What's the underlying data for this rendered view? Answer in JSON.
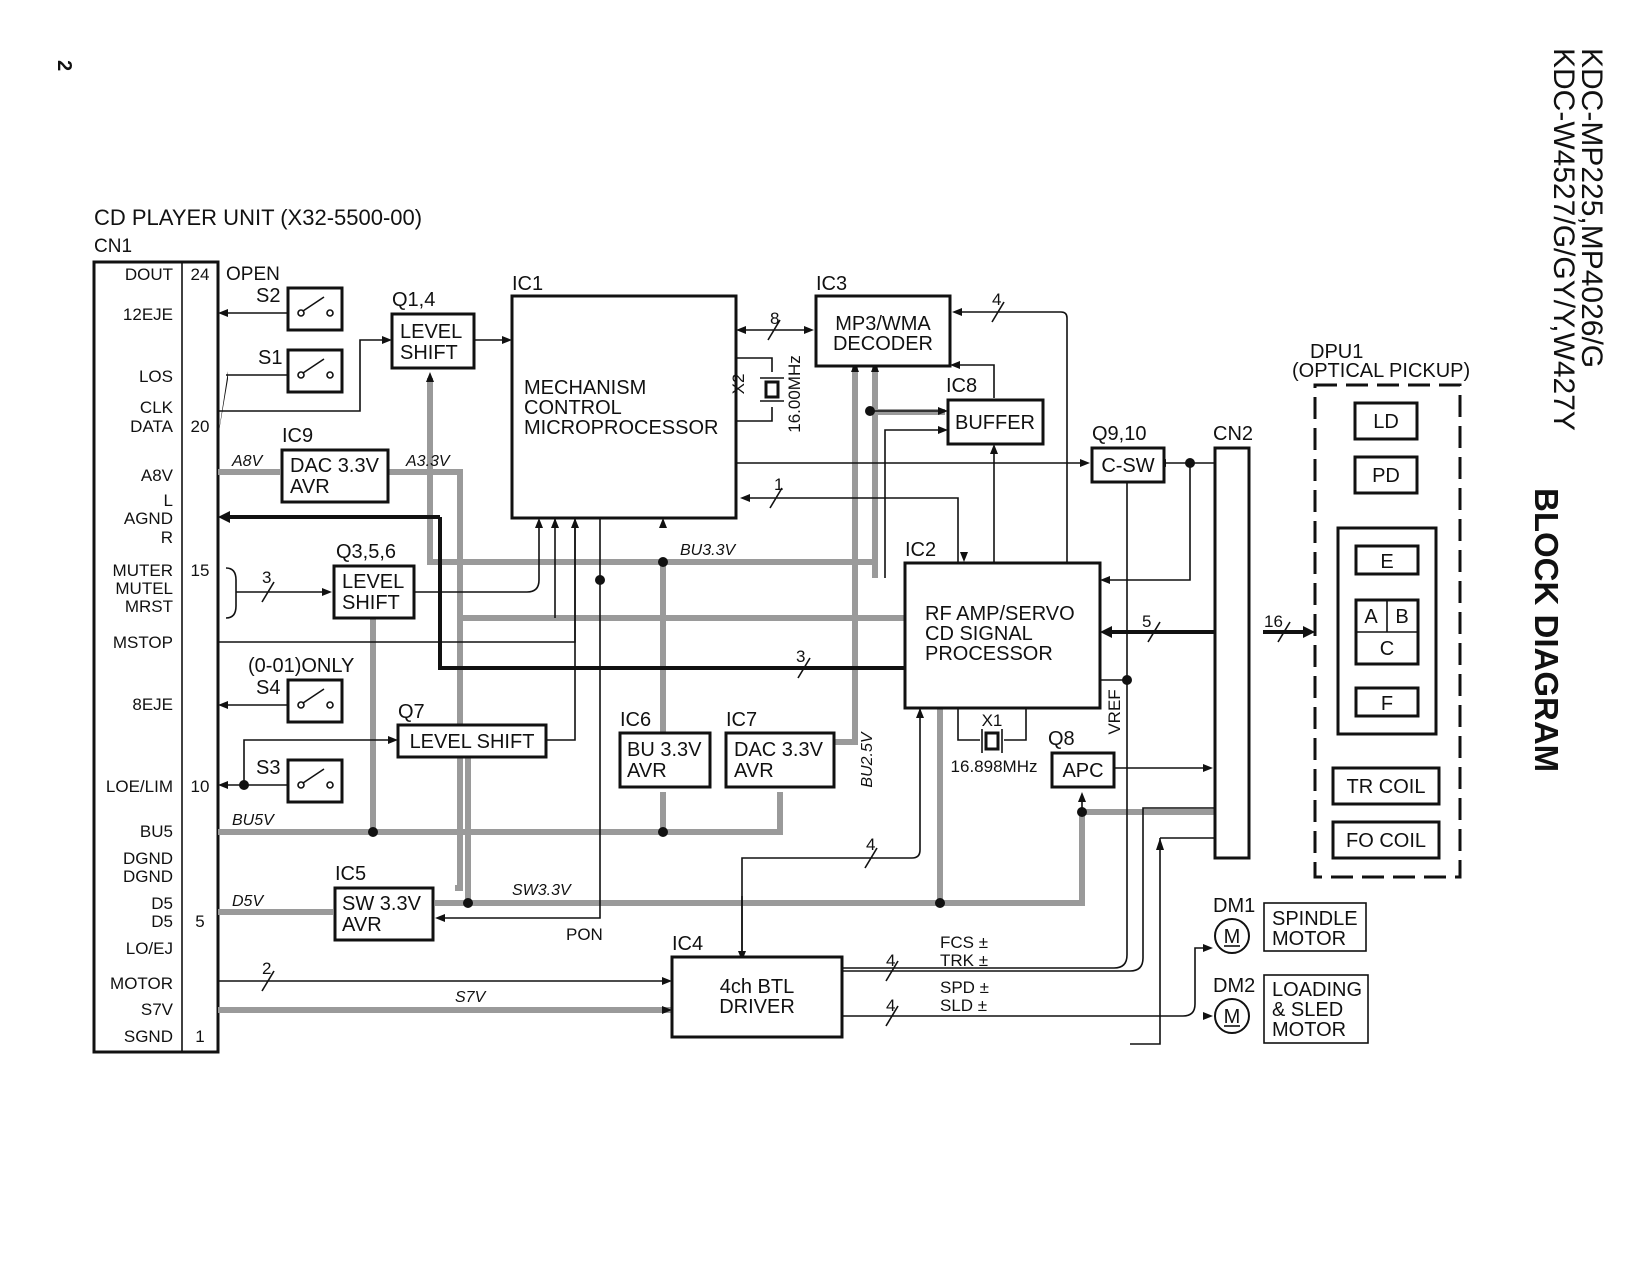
{
  "page": {
    "page_number": "2",
    "models_line1": "KDC-MP225,MP4026/G",
    "models_line2": "KDC-W4527/G/GY/Y,W427Y",
    "title": "BLOCK DIAGRAM"
  },
  "unit": {
    "title": "CD PLAYER UNIT (X32-5500-00)",
    "cn1_label": "CN1",
    "cn2_label": "CN2"
  },
  "cn1_pins": [
    "DOUT",
    "12EJE",
    "LOS",
    "CLK",
    "DATA",
    "A8V",
    "L",
    "AGND",
    "R",
    "MUTER",
    "MUTEL",
    "MRST",
    "MSTOP",
    "8EJE",
    "LOE/LIM",
    "BU5",
    "DGND",
    "DGND",
    "D5",
    "D5",
    "LO/EJ",
    "MOTOR",
    "S7V",
    "SGND"
  ],
  "cn1_numbers": [
    "24",
    "20",
    "15",
    "10",
    "5",
    "1"
  ],
  "switches": {
    "open_label": "OPEN",
    "s2": "S2",
    "s1": "S1",
    "s4_note": "(0-01)ONLY",
    "s4": "S4",
    "s3": "S3"
  },
  "blocks": {
    "q14_ref": "Q1,4",
    "q14_l1": "LEVEL",
    "q14_l2": "SHIFT",
    "ic1_ref": "IC1",
    "ic1_l1": "MECHANISM",
    "ic1_l2": "CONTROL",
    "ic1_l3": "MICROPROCESSOR",
    "ic3_ref": "IC3",
    "ic3_l1": "MP3/WMA",
    "ic3_l2": "DECODER",
    "ic8_ref": "IC8",
    "ic8_l1": "BUFFER",
    "ic9_ref": "IC9",
    "ic9_l1": "DAC 3.3V",
    "ic9_l2": "AVR",
    "q356_ref": "Q3,5,6",
    "q356_l1": "LEVEL",
    "q356_l2": "SHIFT",
    "q7_ref": "Q7",
    "q7_l1": "LEVEL SHIFT",
    "ic6_ref": "IC6",
    "ic6_l1": "BU 3.3V",
    "ic6_l2": "AVR",
    "ic7_ref": "IC7",
    "ic7_l1": "DAC 3.3V",
    "ic7_l2": "AVR",
    "ic2_ref": "IC2",
    "ic2_l1": "RF AMP/SERVO",
    "ic2_l2": "CD SIGNAL",
    "ic2_l3": "PROCESSOR",
    "q910_ref": "Q9,10",
    "q910_l1": "C-SW",
    "q8_ref": "Q8",
    "q8_l1": "APC",
    "ic5_ref": "IC5",
    "ic5_l1": "SW 3.3V",
    "ic5_l2": "AVR",
    "ic4_ref": "IC4",
    "ic4_l1": "4ch BTL",
    "ic4_l2": "DRIVER"
  },
  "crystals": {
    "x2_ref": "X2",
    "x2_freq": "16.00MHz",
    "x1_ref": "X1",
    "x1_freq": "16.898MHz"
  },
  "dpu": {
    "ref": "DPU1",
    "name": "(OPTICAL PICKUP)",
    "ld": "LD",
    "pd": "PD",
    "e": "E",
    "a": "A",
    "b": "B",
    "c": "C",
    "f": "F",
    "tr_coil": "TR COIL",
    "fo_coil": "FO COIL"
  },
  "motors": {
    "dm1_ref": "DM1",
    "dm1_l1": "SPINDLE",
    "dm1_l2": "MOTOR",
    "dm2_ref": "DM2",
    "dm2_l1": "LOADING",
    "dm2_l2": "& SLED",
    "dm2_l3": "MOTOR",
    "symbol": "M"
  },
  "nets": {
    "a8v": "A8V",
    "a33v": "A3.3V",
    "bu33v": "BU3.3V",
    "bu5v": "BU5V",
    "d5v": "D5V",
    "sw33v": "SW3.3V",
    "pon": "PON",
    "s7v": "S7V",
    "bu25v": "BU2.5V",
    "vref": "VREF",
    "fcs": "FCS ±",
    "trk": "TRK ±",
    "spd": "SPD ±",
    "sld": "SLD ±"
  },
  "bus_counts": {
    "b8": "8",
    "b4_ic3": "4",
    "b1": "1",
    "b3_q356": "3",
    "b3_ic2": "3",
    "b5": "5",
    "b16": "16",
    "b4_ic4": "4",
    "b2": "2",
    "b4_fcs": "4",
    "b4_spd": "4"
  }
}
